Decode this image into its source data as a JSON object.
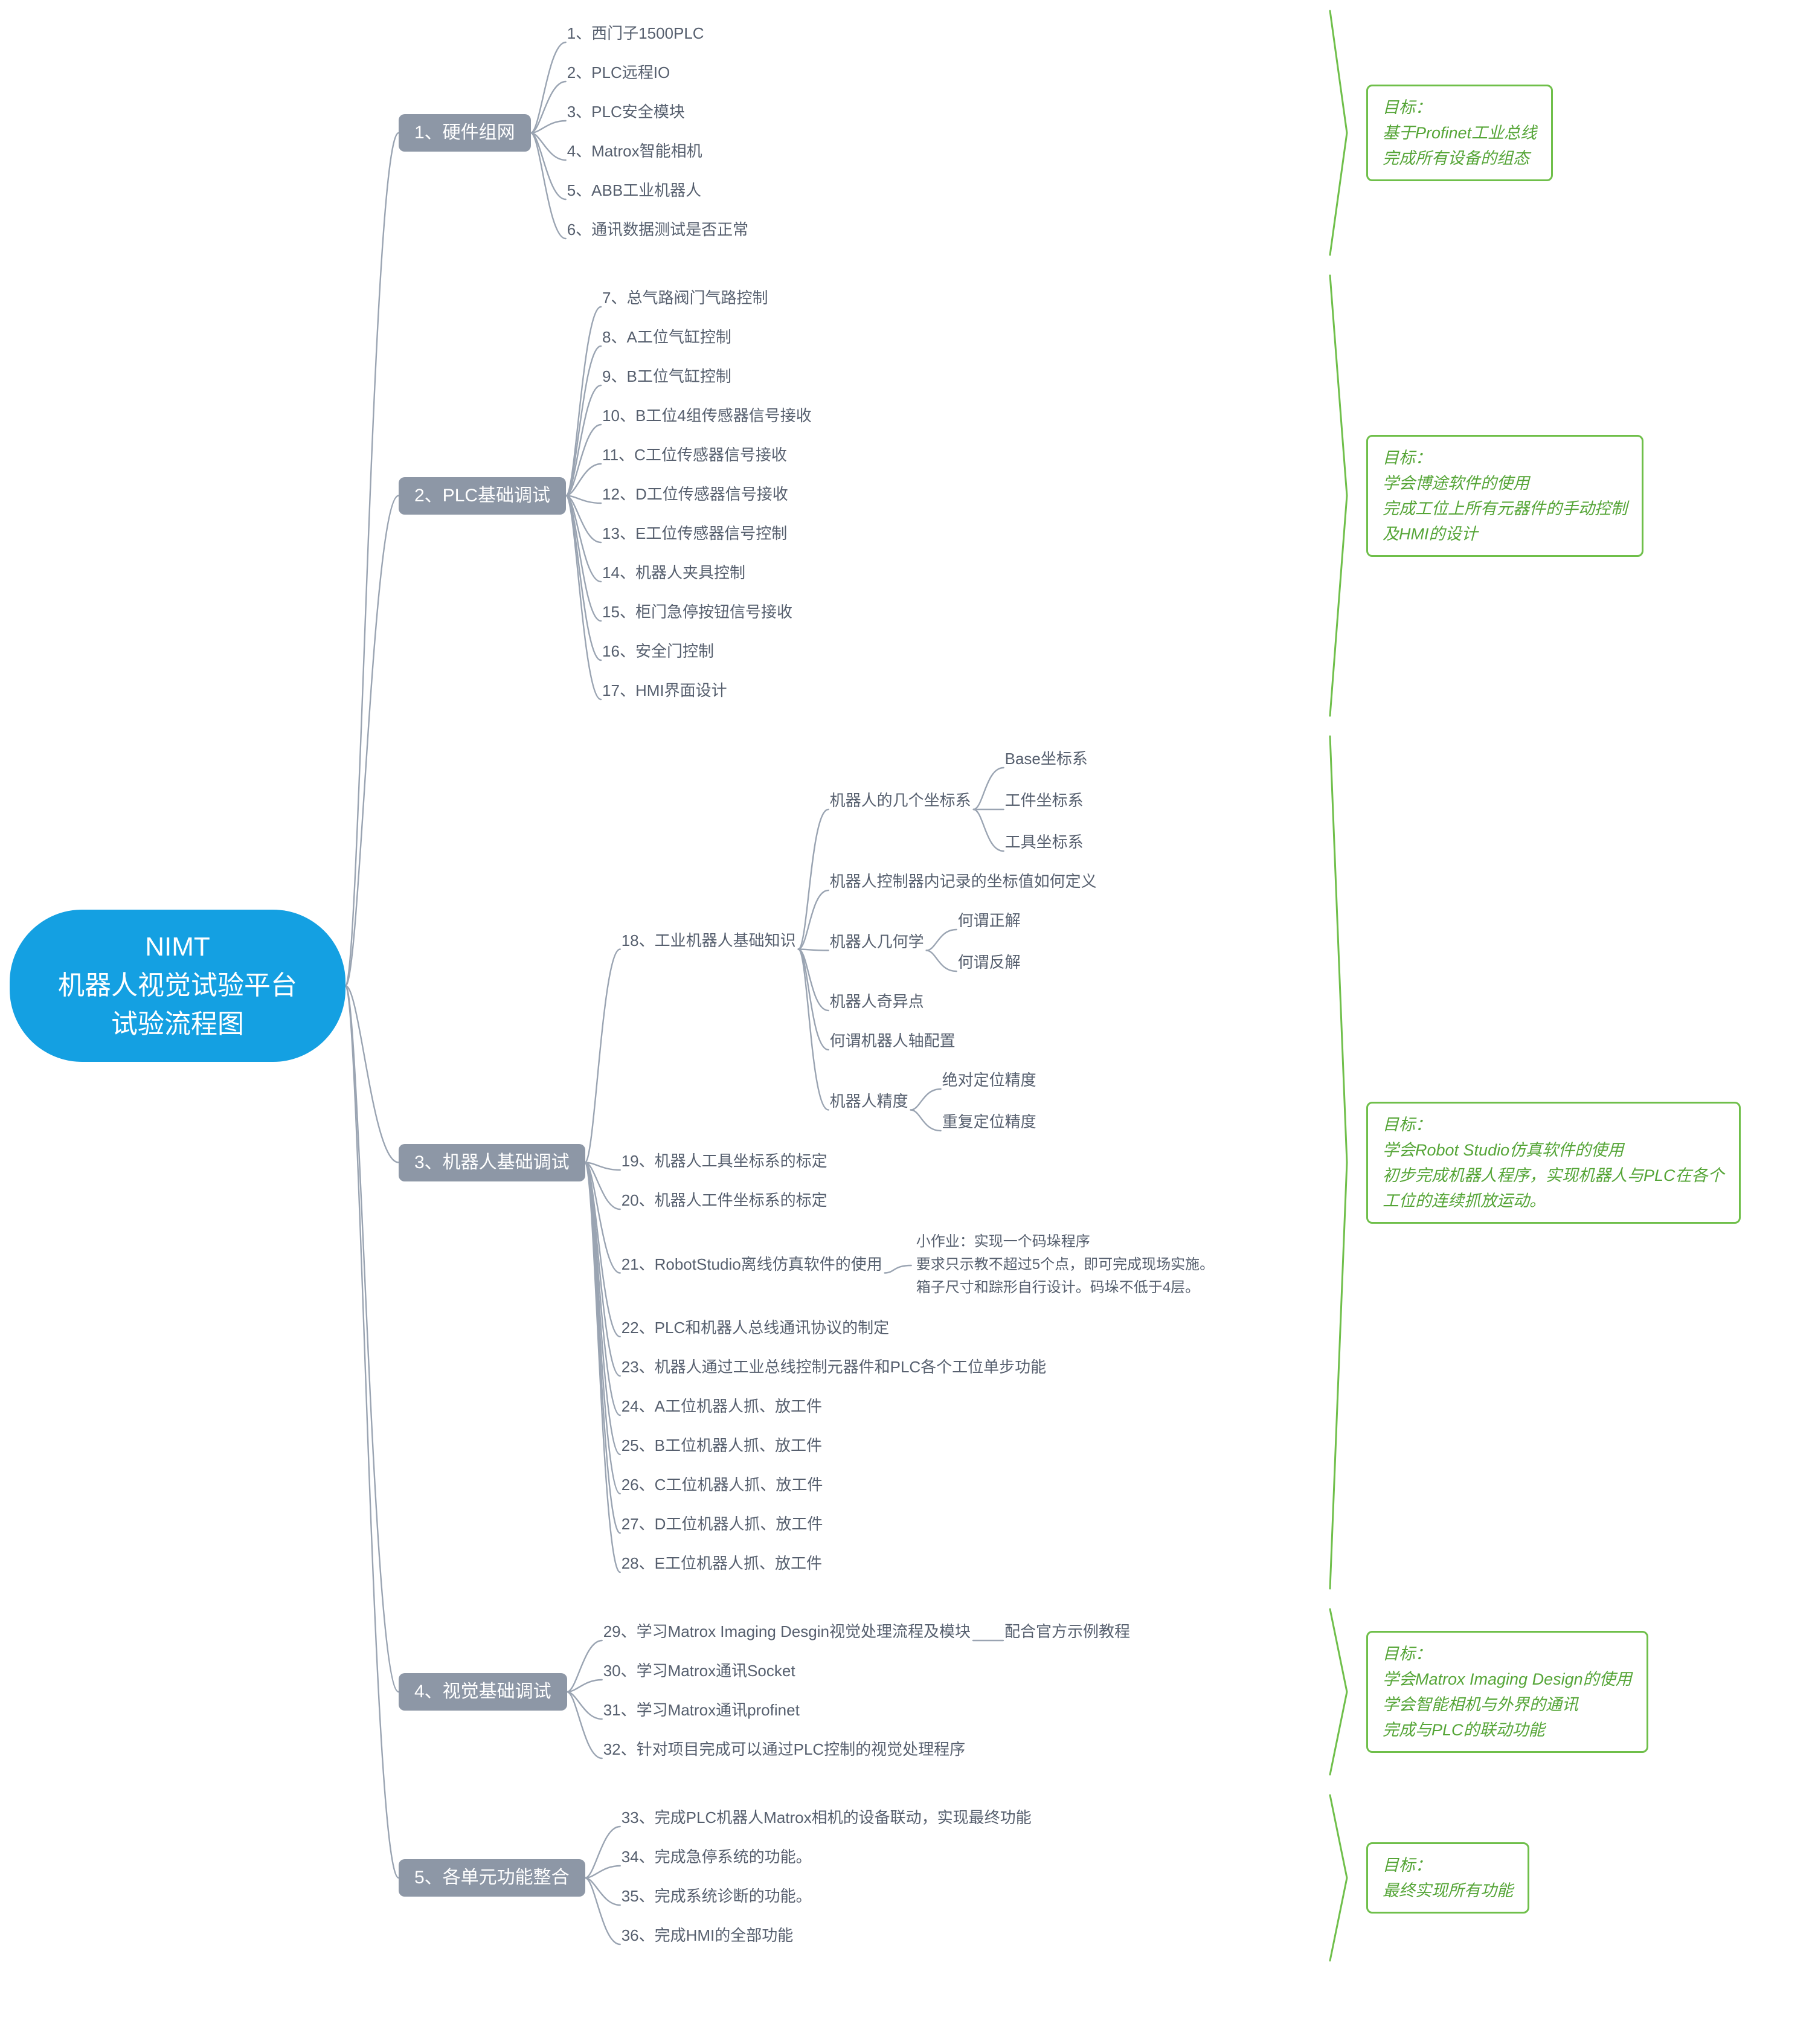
{
  "title": "NIMT 机器人视觉试验平台 试验流程图",
  "colors": {
    "root_fill": "#14a0e2",
    "root_text": "#ffffff",
    "branch_fill": "#8d97a6",
    "branch_text": "#ffffff",
    "topic_text": "#565f6e",
    "connector": "#9aa4b2",
    "goal_green": "#6fbf4a",
    "goal_text": "#55a537"
  },
  "root": {
    "lines": [
      "NIMT",
      "机器人视觉试验平台",
      "试验流程图"
    ]
  },
  "branches": [
    {
      "label": "1、硬件组网",
      "children": [
        {
          "label": "1、西门子1500PLC"
        },
        {
          "label": "2、PLC远程IO"
        },
        {
          "label": "3、PLC安全模块"
        },
        {
          "label": "4、Matrox智能相机"
        },
        {
          "label": "5、ABB工业机器人"
        },
        {
          "label": "6、通讯数据测试是否正常"
        }
      ],
      "goal": {
        "lines": [
          "目标：",
          "基于Profinet工业总线",
          "完成所有设备的组态"
        ]
      }
    },
    {
      "label": "2、PLC基础调试",
      "children": [
        {
          "label": "7、总气路阀门气路控制"
        },
        {
          "label": "8、A工位气缸控制"
        },
        {
          "label": "9、B工位气缸控制"
        },
        {
          "label": "10、B工位4组传感器信号接收"
        },
        {
          "label": "11、C工位传感器信号接收"
        },
        {
          "label": "12、D工位传感器信号接收"
        },
        {
          "label": "13、E工位传感器信号控制"
        },
        {
          "label": "14、机器人夹具控制"
        },
        {
          "label": "15、柜门急停按钮信号接收"
        },
        {
          "label": "16、安全门控制"
        },
        {
          "label": "17、HMI界面设计"
        }
      ],
      "goal": {
        "lines": [
          "目标：",
          "学会博途软件的使用",
          "完成工位上所有元器件的手动控制",
          "及HMI的设计"
        ]
      }
    },
    {
      "label": "3、机器人基础调试",
      "children": [
        {
          "label": "18、工业机器人基础知识",
          "children": [
            {
              "label": "机器人的几个坐标系",
              "children": [
                {
                  "label": "Base坐标系"
                },
                {
                  "label": "工件坐标系"
                },
                {
                  "label": "工具坐标系"
                }
              ]
            },
            {
              "label": "机器人控制器内记录的坐标值如何定义"
            },
            {
              "label": "机器人几何学",
              "children": [
                {
                  "label": "何谓正解"
                },
                {
                  "label": "何谓反解"
                }
              ]
            },
            {
              "label": "机器人奇异点"
            },
            {
              "label": "何谓机器人轴配置"
            },
            {
              "label": "机器人精度",
              "children": [
                {
                  "label": "绝对定位精度"
                },
                {
                  "label": "重复定位精度"
                }
              ]
            }
          ]
        },
        {
          "label": "19、机器人工具坐标系的标定"
        },
        {
          "label": "20、机器人工件坐标系的标定"
        },
        {
          "label": "21、RobotStudio离线仿真软件的使用",
          "children": [
            {
              "type": "note",
              "lines": [
                "小作业：实现一个码垛程序",
                "要求只示教不超过5个点，即可完成现场实施。",
                "箱子尺寸和踪形自行设计。码垛不低于4层。"
              ]
            }
          ]
        },
        {
          "label": "22、PLC和机器人总线通讯协议的制定"
        },
        {
          "label": "23、机器人通过工业总线控制元器件和PLC各个工位单步功能"
        },
        {
          "label": "24、A工位机器人抓、放工件"
        },
        {
          "label": "25、B工位机器人抓、放工件"
        },
        {
          "label": "26、C工位机器人抓、放工件"
        },
        {
          "label": "27、D工位机器人抓、放工件"
        },
        {
          "label": "28、E工位机器人抓、放工件"
        }
      ],
      "goal": {
        "lines": [
          "目标：",
          "学会Robot Studio仿真软件的使用",
          "初步完成机器人程序，实现机器人与PLC在各个",
          "工位的连续抓放运动。"
        ]
      }
    },
    {
      "label": "4、视觉基础调试",
      "children": [
        {
          "label": "29、学习Matrox Imaging Desgin视觉处理流程及模块",
          "children": [
            {
              "label": "配合官方示例教程"
            }
          ]
        },
        {
          "label": "30、学习Matrox通讯Socket"
        },
        {
          "label": "31、学习Matrox通讯profinet"
        },
        {
          "label": "32、针对项目完成可以通过PLC控制的视觉处理程序"
        }
      ],
      "goal": {
        "lines": [
          "目标：",
          "学会Matrox Imaging Design的使用",
          "学会智能相机与外界的通讯",
          "完成与PLC的联动功能"
        ]
      }
    },
    {
      "label": "5、各单元功能整合",
      "children": [
        {
          "label": "33、完成PLC机器人Matrox相机的设备联动，实现最终功能"
        },
        {
          "label": "34、完成急停系统的功能。"
        },
        {
          "label": "35、完成系统诊断的功能。"
        },
        {
          "label": "36、完成HMI的全部功能"
        }
      ],
      "goal": {
        "lines": [
          "目标：",
          "最终实现所有功能"
        ]
      }
    }
  ]
}
